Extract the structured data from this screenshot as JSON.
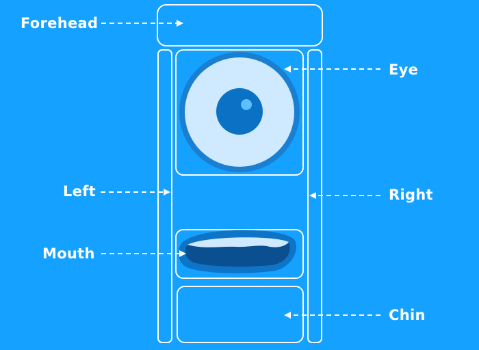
{
  "labels": {
    "forehead": "Forehead",
    "eye": "Eye",
    "left": "Left",
    "right": "Right",
    "mouth": "Mouth",
    "chin": "Chin"
  },
  "colors": {
    "background": "#15a1ff",
    "outline": "#ffffff",
    "eye_white": "#cfe9ff",
    "eye_ring": "#1a7fd0",
    "pupil": "#0b71c4",
    "highlight": "#5cbfff",
    "mouth_outer": "#0e74c8",
    "mouth_inner": "#0a4f8f",
    "teeth": "#cfe9ff"
  }
}
